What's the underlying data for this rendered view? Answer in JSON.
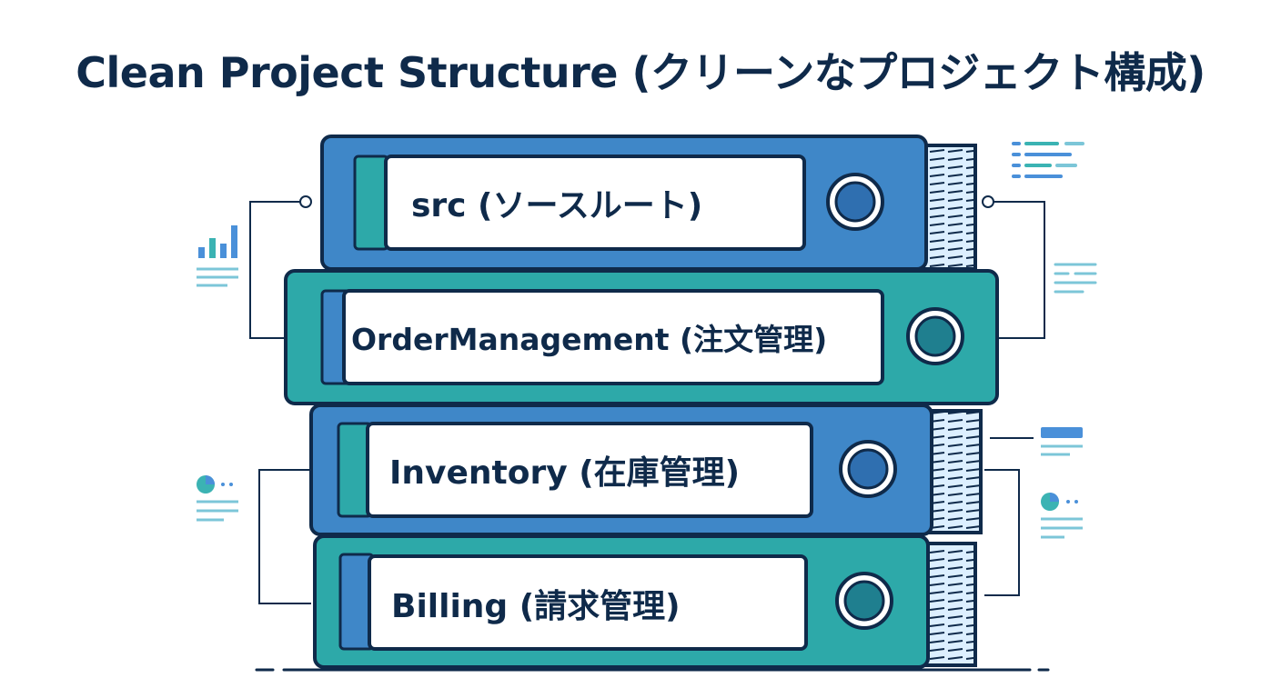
{
  "title": "Clean Project Structure (クリーンなプロジェクト構成)",
  "binders": [
    {
      "label": "src (ソースルート)"
    },
    {
      "label": "OrderManagement (注文管理)"
    },
    {
      "label": "Inventory (在庫管理)"
    },
    {
      "label": "Billing (請求管理)"
    }
  ],
  "colors": {
    "blue": "#3f87c8",
    "teal": "#2da9a9",
    "outline": "#0f2a4a",
    "accent_blue": "#4a90d9",
    "accent_teal": "#3bb3b3"
  }
}
